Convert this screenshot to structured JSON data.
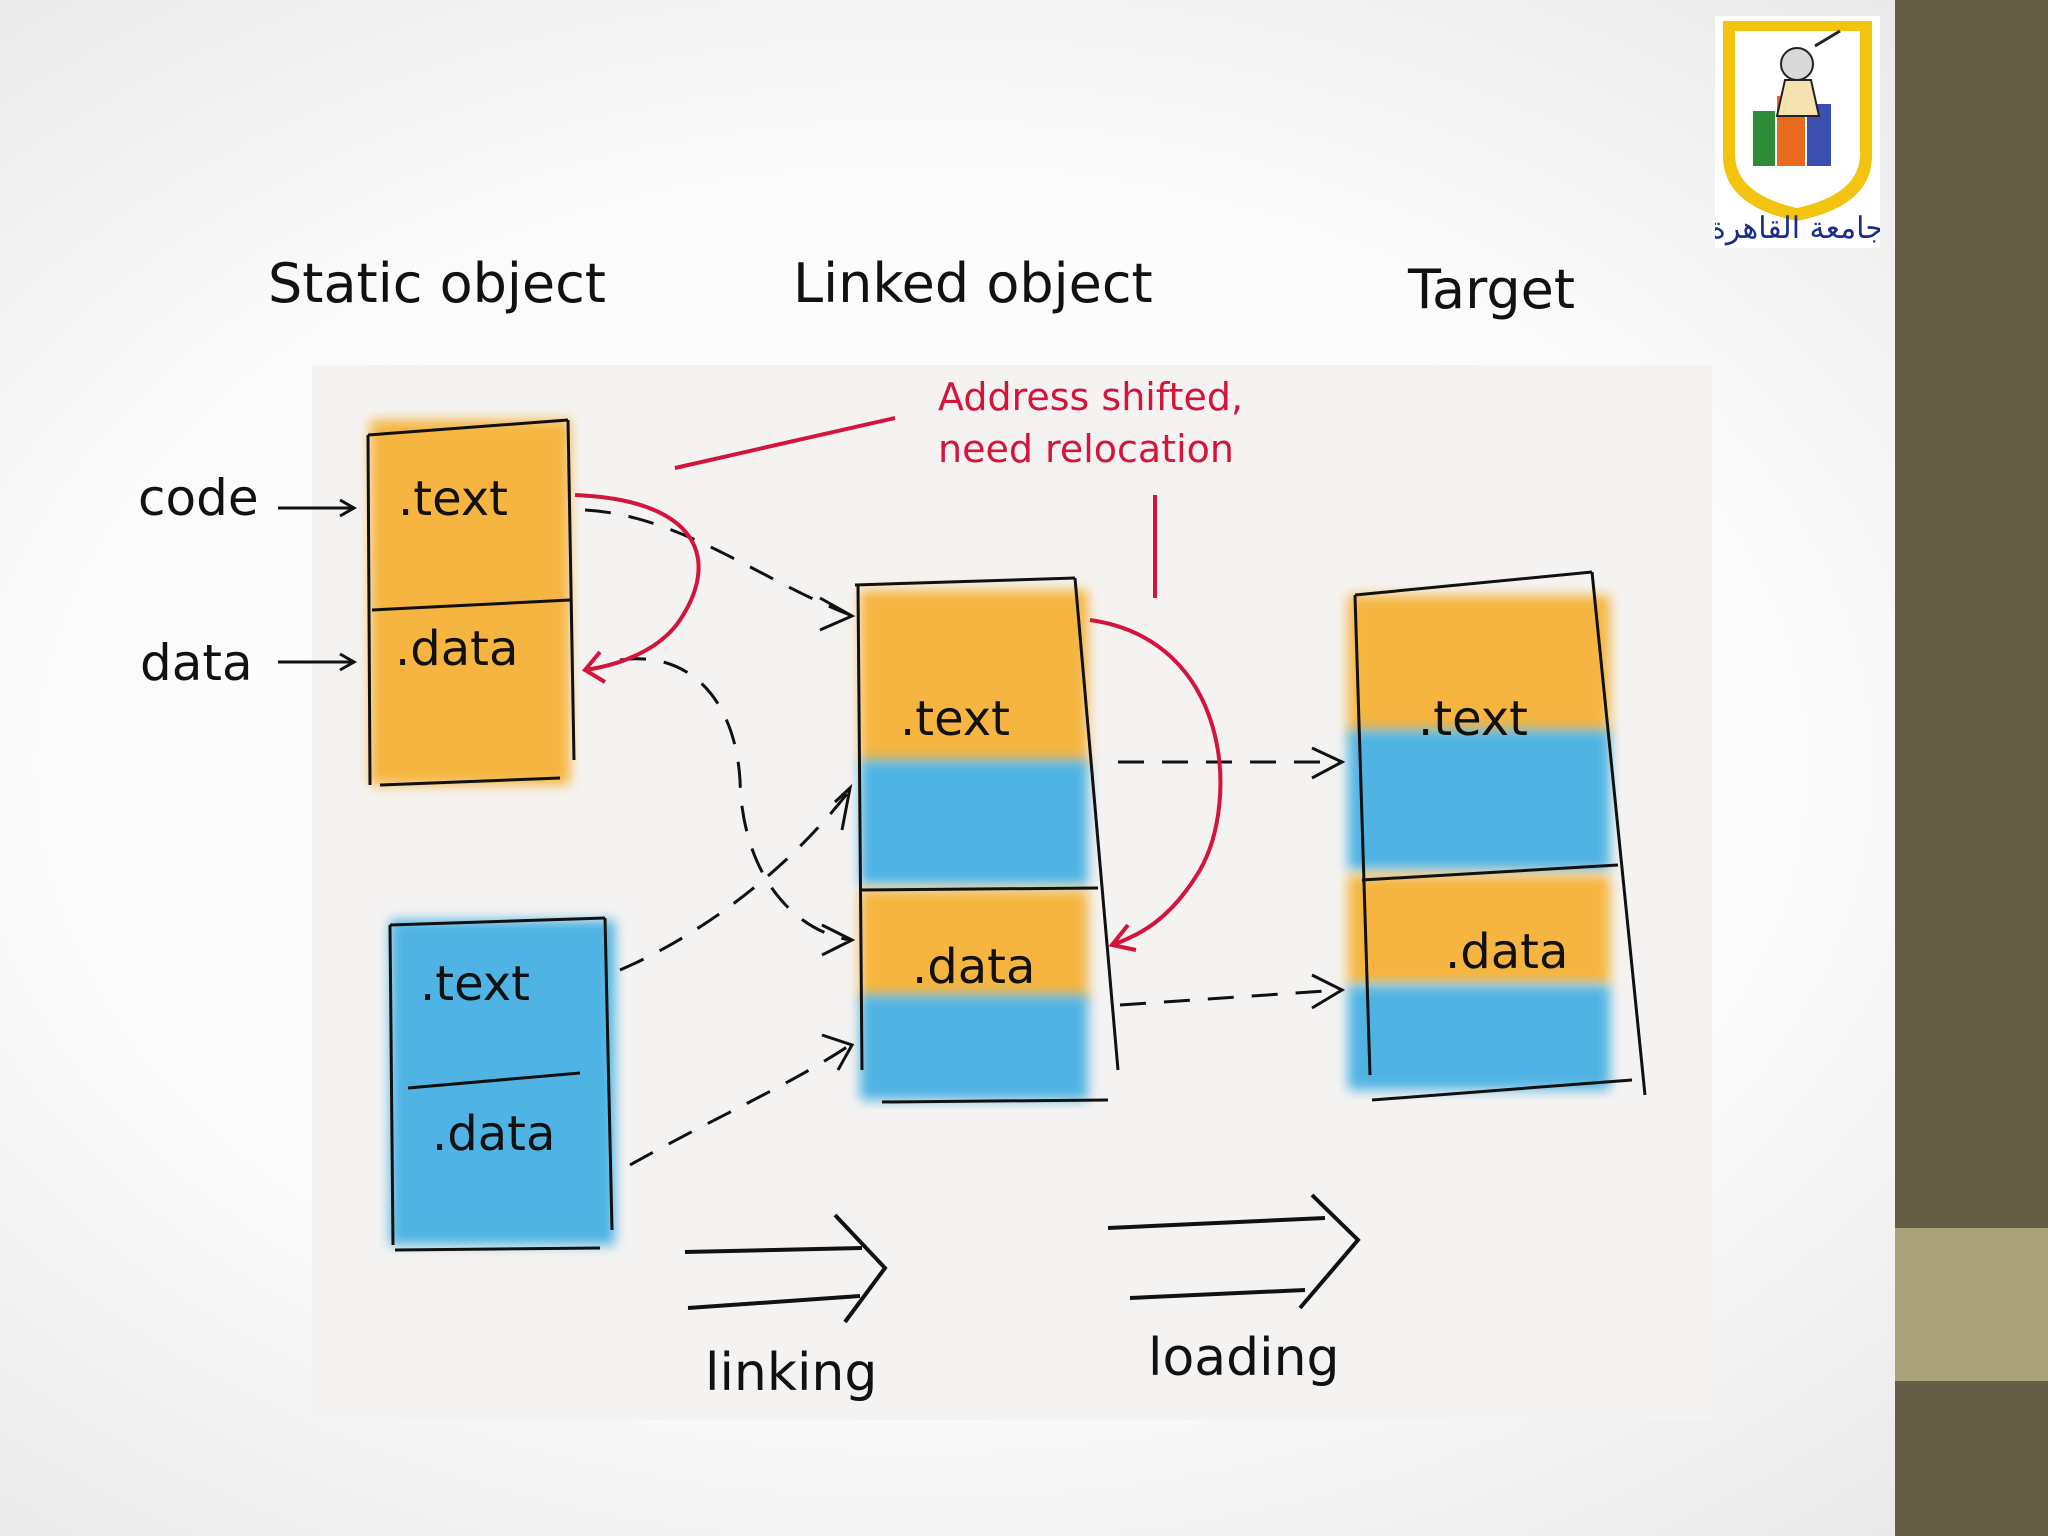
{
  "slide": {
    "column_titles": {
      "static": "Static object",
      "linked": "Linked object",
      "target": "Target"
    },
    "side_labels": {
      "code": "code",
      "data": "data"
    },
    "sections": {
      "text": ".text",
      "data": ".data"
    },
    "annotation": {
      "line1": "Address shifted,",
      "line2": "need relocation"
    },
    "process_labels": {
      "linking": "linking",
      "loading": "loading"
    },
    "logo": {
      "name": "cairo-university-logo",
      "caption": "جامعة القاهرة"
    }
  },
  "colors": {
    "orange": "#f5b540",
    "blue": "#4fb3e3",
    "relocation_red": "#d4143a",
    "theme_dark": "#665d46",
    "theme_light": "#a9a27a"
  }
}
